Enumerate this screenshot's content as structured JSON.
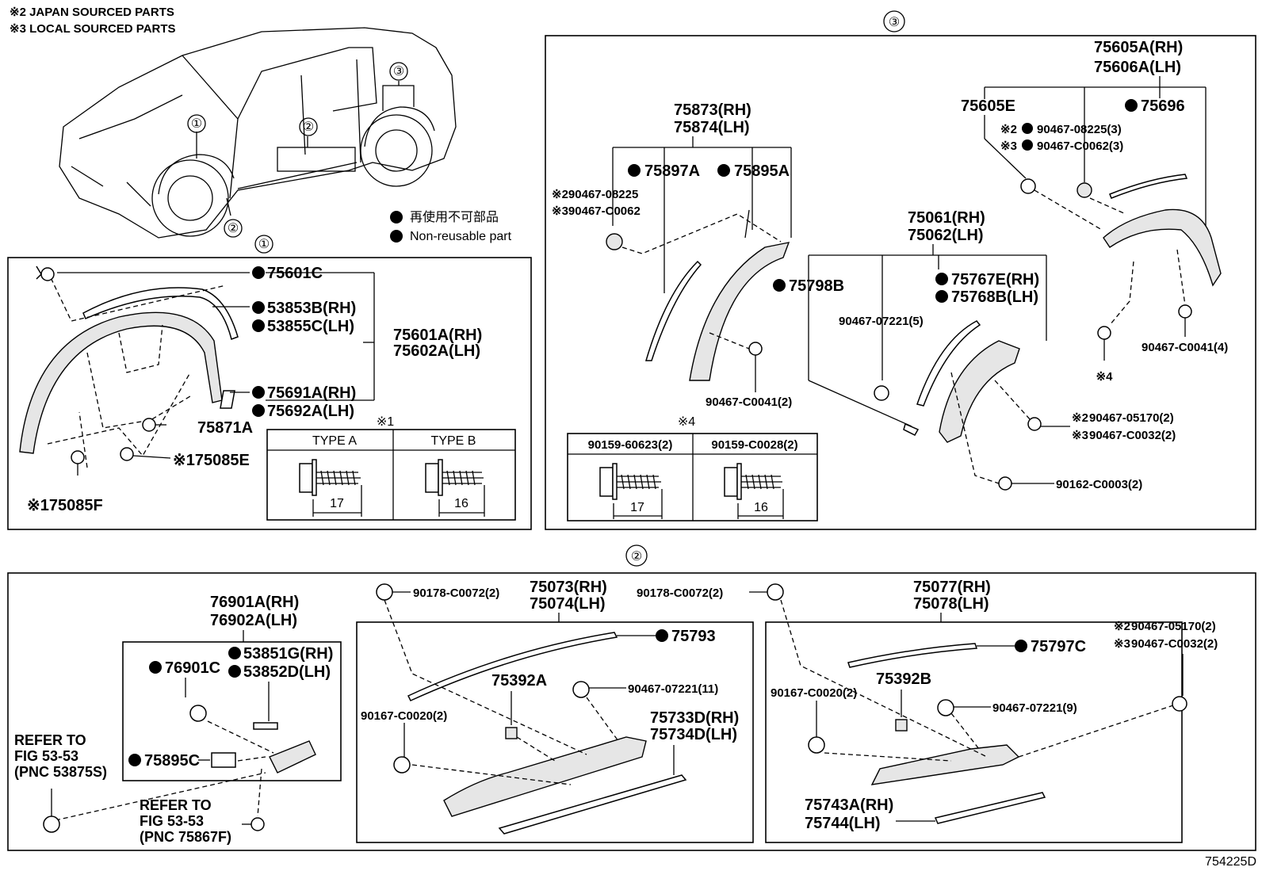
{
  "legend_notes": {
    "japan": "※2 JAPAN SOURCED PARTS",
    "local": "※3 LOCAL SOURCED PARTS",
    "nonreuse_jp": "再使用不可部品",
    "nonreuse_en": "Non-reusable part"
  },
  "markers": {
    "m1": "①",
    "m2": "②",
    "m3": "③",
    "note1": "※1",
    "note4": "※4"
  },
  "diagram_id": "754225D",
  "section1": {
    "c75601C": "75601C",
    "c53853B": "53853B(RH)",
    "c53855C": "53855C(LH)",
    "c75601A": "75601A(RH)",
    "c75602A": "75602A(LH)",
    "c75691A": "75691A(RH)",
    "c75692A": "75692A(LH)",
    "c75871A": "75871A",
    "c75085E": "※175085E",
    "c75085F": "※175085F",
    "type_a": "TYPE A",
    "type_b": "TYPE B",
    "len17": "17",
    "len16": "16"
  },
  "section3": {
    "c75873": "75873(RH)",
    "c75874": "75874(LH)",
    "c75897A": "75897A",
    "c75895A": "75895A",
    "c90467_08225": "※290467-08225",
    "c90467_C0062": "※390467-C0062",
    "c75798B": "75798B",
    "c90467_C0041_2": "90467-C0041(2)",
    "c75061": "75061(RH)",
    "c75062": "75062(LH)",
    "c75767E": "75767E(RH)",
    "c75768B": "75768B(LH)",
    "c90467_07221_5": "90467-07221(5)",
    "c75605A": "75605A(RH)",
    "c75606A": "75606A(LH)",
    "c75605E": "75605E",
    "c75696": "75696",
    "c08225_3_pre": "※2",
    "c08225_3": "90467-08225(3)",
    "c0062_3_pre": "※3",
    "c0062_3": "90467-C0062(3)",
    "c0041_4": "90467-C0041(4)",
    "note4": "※4",
    "c05170_pre": "※2",
    "c05170": "90467-05170(2)",
    "c0032_pre": "※3",
    "c0032": "90467-C0032(2)",
    "c90162": "90162-C0003(2)",
    "t1": "90159-60623(2)",
    "t2": "90159-C0028(2)",
    "len17": "17",
    "len16": "16"
  },
  "section2": {
    "c76901A": "76901A(RH)",
    "c76902A": "76902A(LH)",
    "c53851G": "53851G(RH)",
    "c53852D": "53852D(LH)",
    "c76901C": "76901C",
    "c75895C": "75895C",
    "refer1_a": "REFER TO",
    "refer1_b": "FIG 53-53",
    "refer1_c": "(PNC 53875S)",
    "refer2_a": "REFER TO",
    "refer2_b": "FIG 53-53",
    "refer2_c": "(PNC 75867F)",
    "c90178_a": "90178-C0072(2)",
    "c75073": "75073(RH)",
    "c75074": "75074(LH)",
    "c75793": "75793",
    "c75392A": "75392A",
    "c07221_11": "90467-07221(11)",
    "c90167_a": "90167-C0020(2)",
    "c75733D": "75733D(RH)",
    "c75734D": "75734D(LH)",
    "c90178_b": "90178-C0072(2)",
    "c75077": "75077(RH)",
    "c75078": "75078(LH)",
    "c75797C": "75797C",
    "c75392B": "75392B",
    "c90167_b": "90167-C0020(2)",
    "c07221_9": "90467-07221(9)",
    "c05170_pre": "※2",
    "c05170": "90467-05170(2)",
    "c0032_pre": "※3",
    "c0032": "90467-C0032(2)",
    "c75743A": "75743A(RH)",
    "c75744": "75744(LH)"
  }
}
